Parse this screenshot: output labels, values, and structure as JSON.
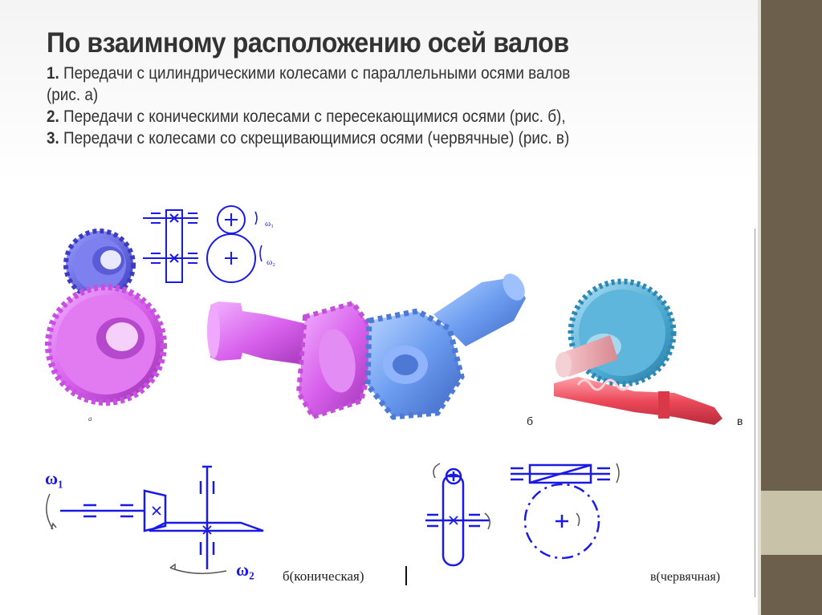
{
  "slide": {
    "title": "По взаимному расположению осей валов",
    "items": [
      {
        "num": "1.",
        "text": "Передачи с цилиндрическими колесами с параллельными осями валов",
        "cont": "(рис. а)"
      },
      {
        "num": "2.",
        "text": "Передачи с коническими колесами с пересекающимися осями (рис. б),"
      },
      {
        "num": "3.",
        "text": "Передачи с колесами со скрещивающимися осями (червячные) (рис. в)"
      }
    ]
  },
  "figure": {
    "labels": {
      "a": "а",
      "b": "б",
      "v": "в",
      "omega1_small": "ω₁",
      "omega2_small": "ω₂",
      "omega1": "ω₁",
      "omega2": "ω₂",
      "caption_bevel": "б(коническая)",
      "caption_worm": "в(червячная)"
    },
    "colors": {
      "scheme": "#1a1ae6",
      "magenta_gear": "#e080f0",
      "blue_gear": "#7aa8f5",
      "worm": "#ee5566",
      "worm_wheel": "#5ab4d8"
    }
  }
}
